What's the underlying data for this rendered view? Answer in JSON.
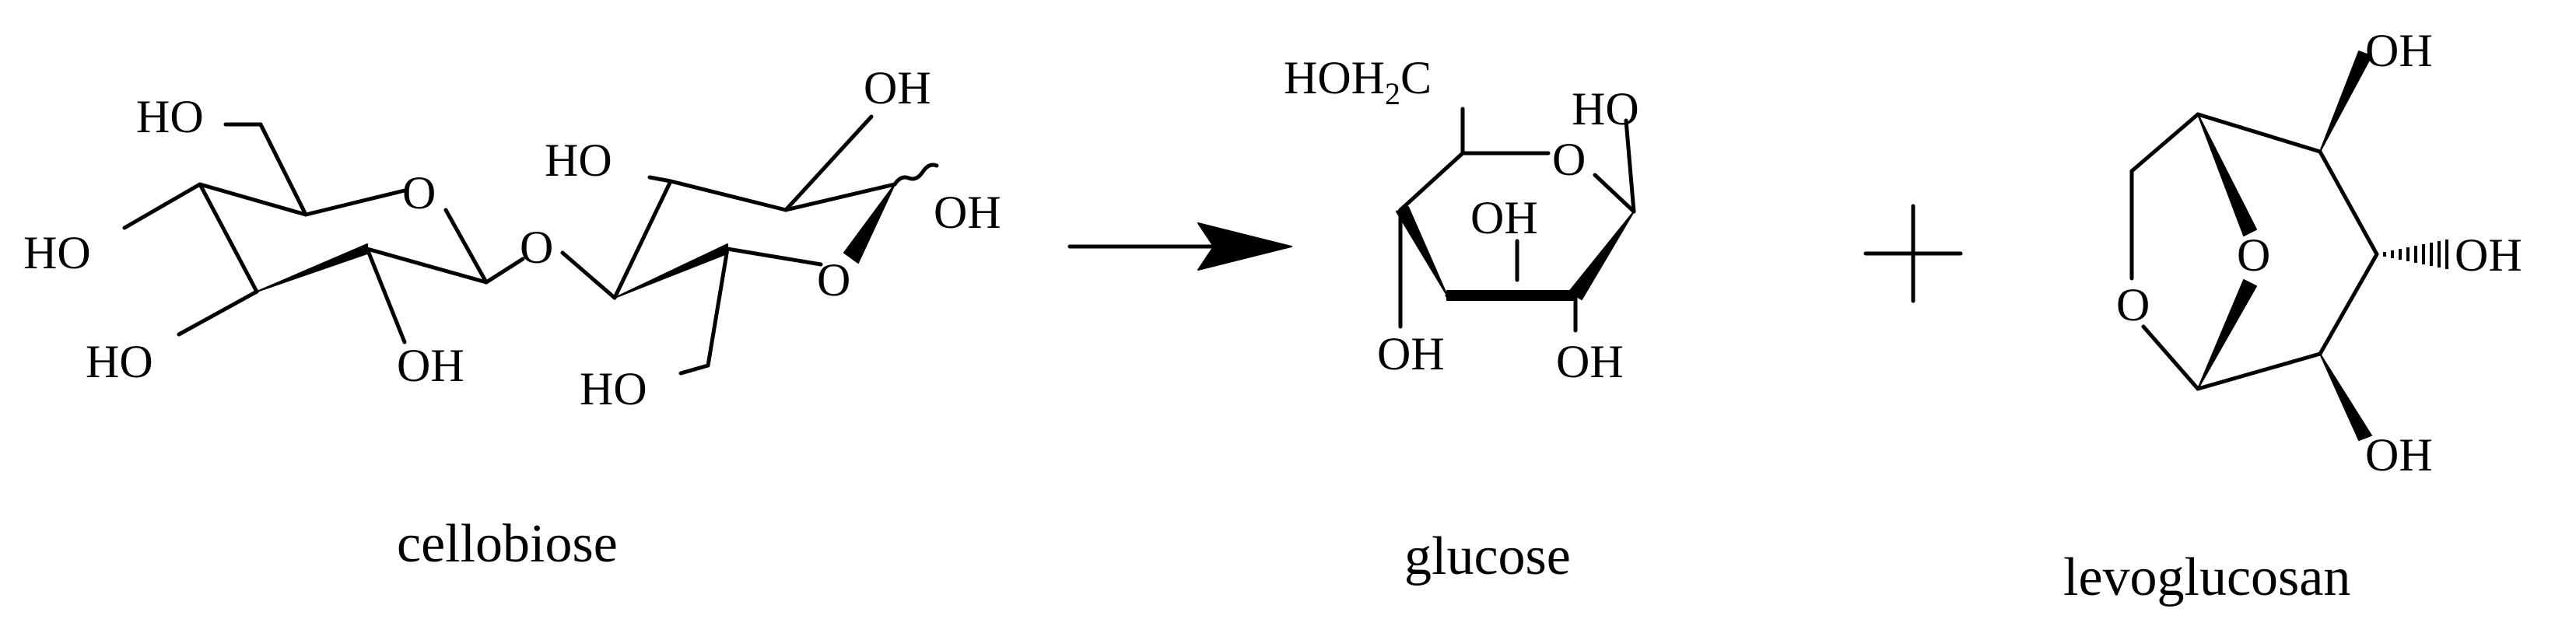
{
  "reaction": {
    "reactant_label": "cellobiose",
    "product1_label": "glucose",
    "product2_label": "levoglucosan",
    "plus_sign": "+"
  },
  "atoms": {
    "ho": "HO",
    "oh": "OH",
    "o": "O",
    "hoh2c_prefix": "HOH",
    "hoh2c_sub": "2",
    "hoh2c_suffix": "C"
  },
  "colors": {
    "ink": "#000000",
    "background": "#ffffff"
  }
}
